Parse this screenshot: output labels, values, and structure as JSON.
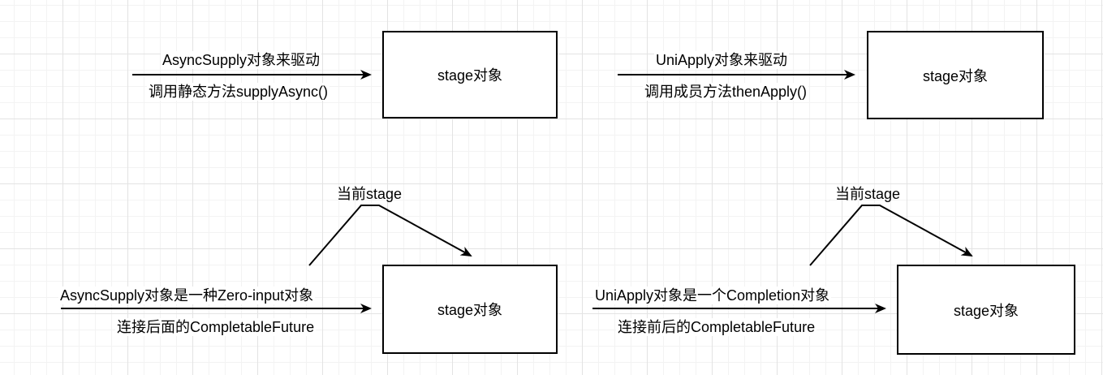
{
  "top_left": {
    "arrow_label_top": "AsyncSupply对象来驱动",
    "arrow_label_bottom": "调用静态方法supplyAsync()",
    "box_label": "stage对象"
  },
  "top_right": {
    "arrow_label_top": "UniApply对象来驱动",
    "arrow_label_bottom": "调用成员方法thenApply()",
    "box_label": "stage对象"
  },
  "bottom_left": {
    "peak_label": "当前stage",
    "arrow_label_top": "AsyncSupply对象是一种Zero-input对象",
    "arrow_label_bottom": "连接后面的CompletableFuture",
    "box_label": "stage对象"
  },
  "bottom_right": {
    "peak_label": "当前stage",
    "arrow_label_top": "UniApply对象是一个Completion对象",
    "arrow_label_bottom": "连接前后的CompletableFuture",
    "box_label": "stage对象"
  }
}
